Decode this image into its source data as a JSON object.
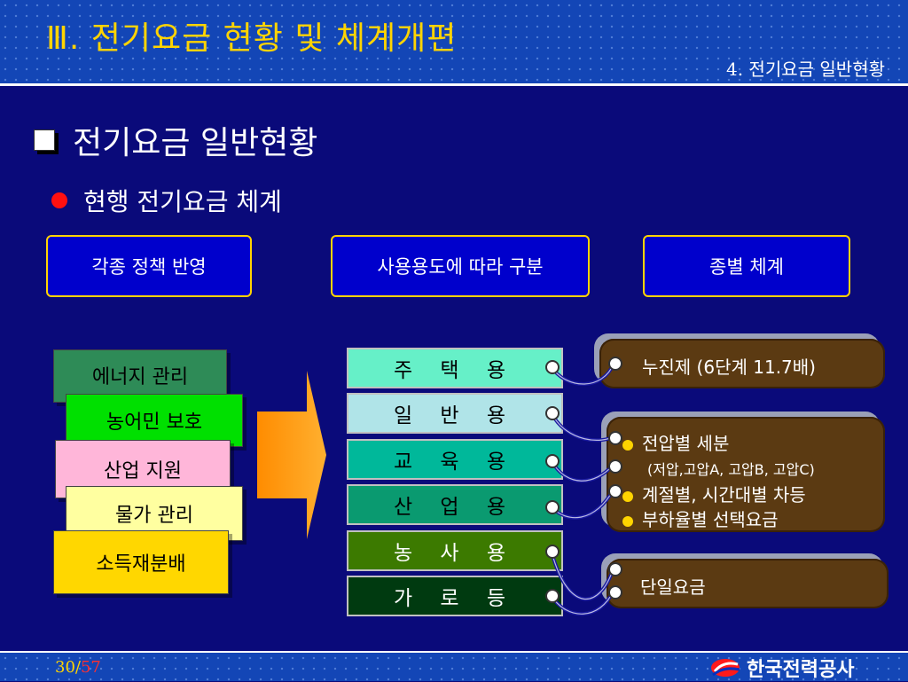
{
  "header": {
    "title": "Ⅲ. 전기요금 현황 및 체계개편",
    "subtitle": "4. 전기요금  일반현황"
  },
  "section": {
    "heading": "전기요금 일반현황",
    "subheading": "현행 전기요금 체계"
  },
  "categories": [
    {
      "label": "각종 정책 반영"
    },
    {
      "label": "사용용도에 따라 구분"
    },
    {
      "label": "종별 체계"
    }
  ],
  "policies": [
    {
      "label": "에너지 관리",
      "color": "#2e8b57"
    },
    {
      "label": "농어민 보호",
      "color": "#00e000"
    },
    {
      "label": "산업 지원",
      "color": "#ffb6d9"
    },
    {
      "label": "물가 관리",
      "color": "#ffffa0"
    },
    {
      "label": "소득재분배",
      "color": "#ffd700"
    }
  ],
  "uses": [
    {
      "label": "주 택 용",
      "color": "#66f0c8",
      "text_color": "#000000"
    },
    {
      "label": "일 반 용",
      "color": "#b0e4e8",
      "text_color": "#000000"
    },
    {
      "label": "교 육 용",
      "color": "#00b89a",
      "text_color": "#000000"
    },
    {
      "label": "산 업 용",
      "color": "#0a9a70",
      "text_color": "#000000"
    },
    {
      "label": "농 사 용",
      "color": "#3c7a00",
      "text_color": "#ffffff"
    },
    {
      "label": "가 로 등",
      "color": "#003a10",
      "text_color": "#ffffff"
    }
  ],
  "notes": {
    "residential": "누진제 (6단계 11.7배)",
    "general_1": "전압별 세분",
    "general_1_sub": "(저압,고압A, 고압B, 고압C)",
    "general_2": "계절별, 시간대별 차등",
    "general_3": "부하율별 선택요금",
    "agri": "단일요금"
  },
  "footer": {
    "page": "30/",
    "total": "57",
    "logo_text": "한국전력공사"
  }
}
